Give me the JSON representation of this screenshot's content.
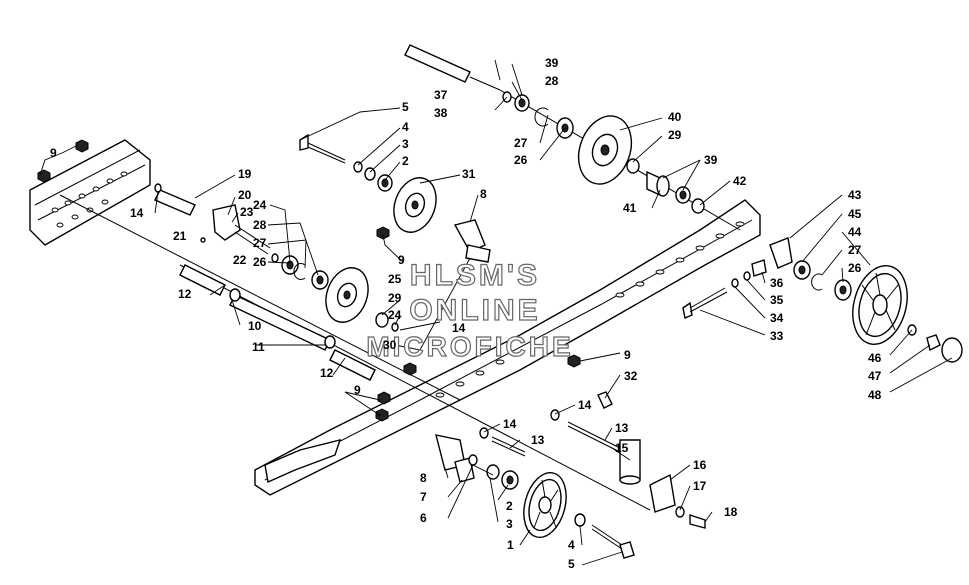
{
  "watermark": {
    "line1": "HLSM'S",
    "line2": "ONLINE",
    "line3": "MICROFICHE"
  },
  "callouts": {
    "c1": "1",
    "c2": "2",
    "c3": "3",
    "c4": "4",
    "c5": "5",
    "c6": "6",
    "c7": "7",
    "c8": "8",
    "c9": "9",
    "c10": "10",
    "c11": "11",
    "c12": "12",
    "c13": "13",
    "c14": "14",
    "c15": "15",
    "c16": "16",
    "c17": "17",
    "c18": "18",
    "c19": "19",
    "c20": "20",
    "c21": "21",
    "c22": "22",
    "c23": "23",
    "c24": "24",
    "c25": "25",
    "c26": "26",
    "c27": "27",
    "c28": "28",
    "c29": "29",
    "c30": "30",
    "c31": "31",
    "c32": "32",
    "c33": "33",
    "c34": "34",
    "c35": "35",
    "c36": "36",
    "c37": "37",
    "c38": "38",
    "c39": "39",
    "c40": "40",
    "c41": "41",
    "c42": "42",
    "c43": "43",
    "c44": "44",
    "c45": "45",
    "c46": "46",
    "c47": "47",
    "c48": "48"
  }
}
